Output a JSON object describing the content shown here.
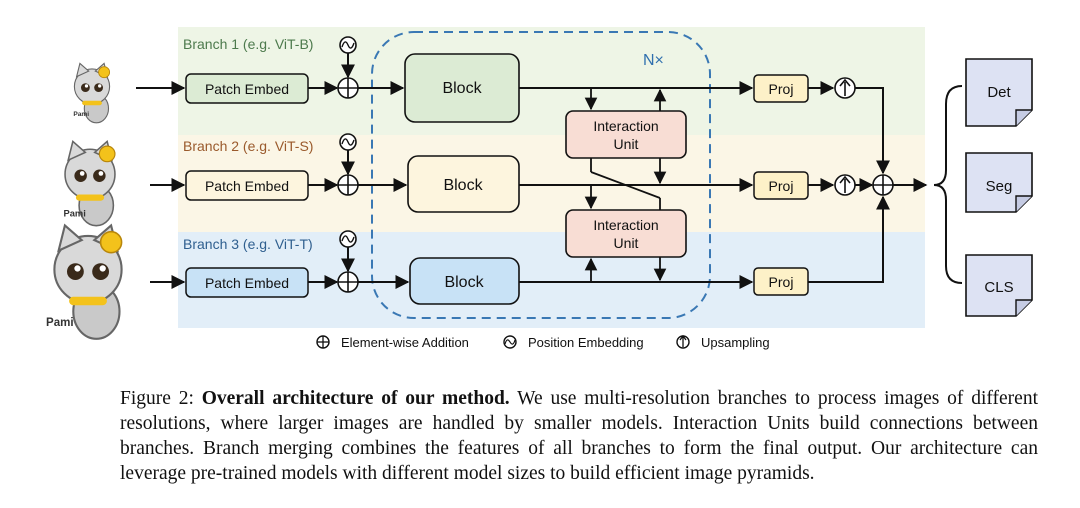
{
  "branches": [
    {
      "label": "Branch 1 (e.g. ViT-B)",
      "color": "#4d7a4d"
    },
    {
      "label": "Branch 2 (e.g. ViT-S)",
      "color": "#9a5a2c"
    },
    {
      "label": "Branch 3 (e.g. ViT-T)",
      "color": "#2f5f8f"
    }
  ],
  "patch_embed_label": "Patch Embed",
  "block_label": "Block",
  "interaction_unit_label_line1": "Interaction",
  "interaction_unit_label_line2": "Unit",
  "repeat_label": "N×",
  "proj_label": "Proj",
  "outputs": [
    "Det",
    "Seg",
    "CLS"
  ],
  "cat_label": "Pami",
  "legend": [
    {
      "icon": "element-wise-addition-icon",
      "label": "Element-wise Addition"
    },
    {
      "icon": "position-embedding-icon",
      "label": "Position Embedding"
    },
    {
      "icon": "upsampling-icon",
      "label": "Upsampling"
    }
  ],
  "caption": {
    "prefix": "Figure 2: ",
    "title": "Overall architecture of our method.",
    "body": " We use multi-resolution branches to process images of different resolutions, where larger images are handled by smaller models. Interaction Units build connections between branches. Branch merging combines the features of all branches to form the final output. Our architecture can leverage pre-trained models with different model sizes to build efficient image pyramids."
  },
  "colors": {
    "band1": "#eef5e6",
    "band2": "#fbf6e6",
    "band3": "#e2eef8",
    "block1": "#dcebd4",
    "block2": "#fdf5de",
    "block3": "#c8e2f6",
    "interaction": "#f8ddd4",
    "proj": "#fdf1c8",
    "output": "#dde2f3",
    "dashed": "#3a78b4",
    "nlabel": "#2f6fae"
  }
}
